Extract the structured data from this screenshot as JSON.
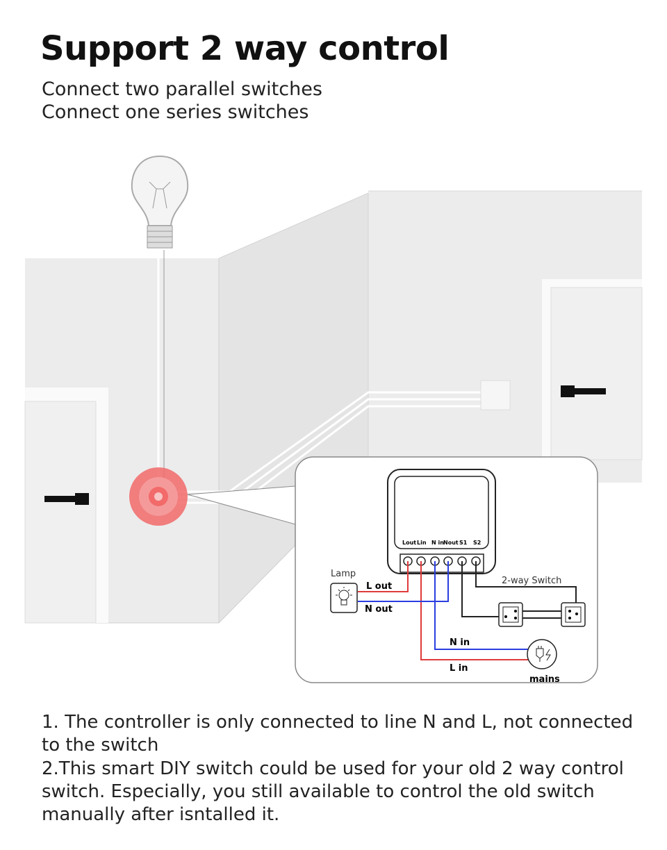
{
  "header": {
    "title": "Support 2 way control",
    "subtitle_lines": [
      "Connect two parallel switches",
      "Connect one series switches"
    ]
  },
  "diagram": {
    "terminal_labels": [
      "Lout",
      "Lin",
      "N in",
      "Nout",
      "S1",
      "S2"
    ],
    "lamp_label": "Lamp",
    "l_out_label": "L out",
    "n_out_label": "N out",
    "switch_label": "2-way Switch",
    "n_in_label": "N in",
    "l_in_label": "L in",
    "mains_label": "mains",
    "colors": {
      "live": "#e03a3a",
      "neutral": "#2a3ee0",
      "switch_wire": "#222222",
      "wall": "#ebebeb",
      "highlight": "#f26a6a"
    }
  },
  "notes": [
    "1. The controller is only connected to line N and L, not connected to the switch",
    "2.This smart DIY switch could be used for your old 2 way control switch. Especially, you still available to control the old switch manually after isntalled it."
  ]
}
